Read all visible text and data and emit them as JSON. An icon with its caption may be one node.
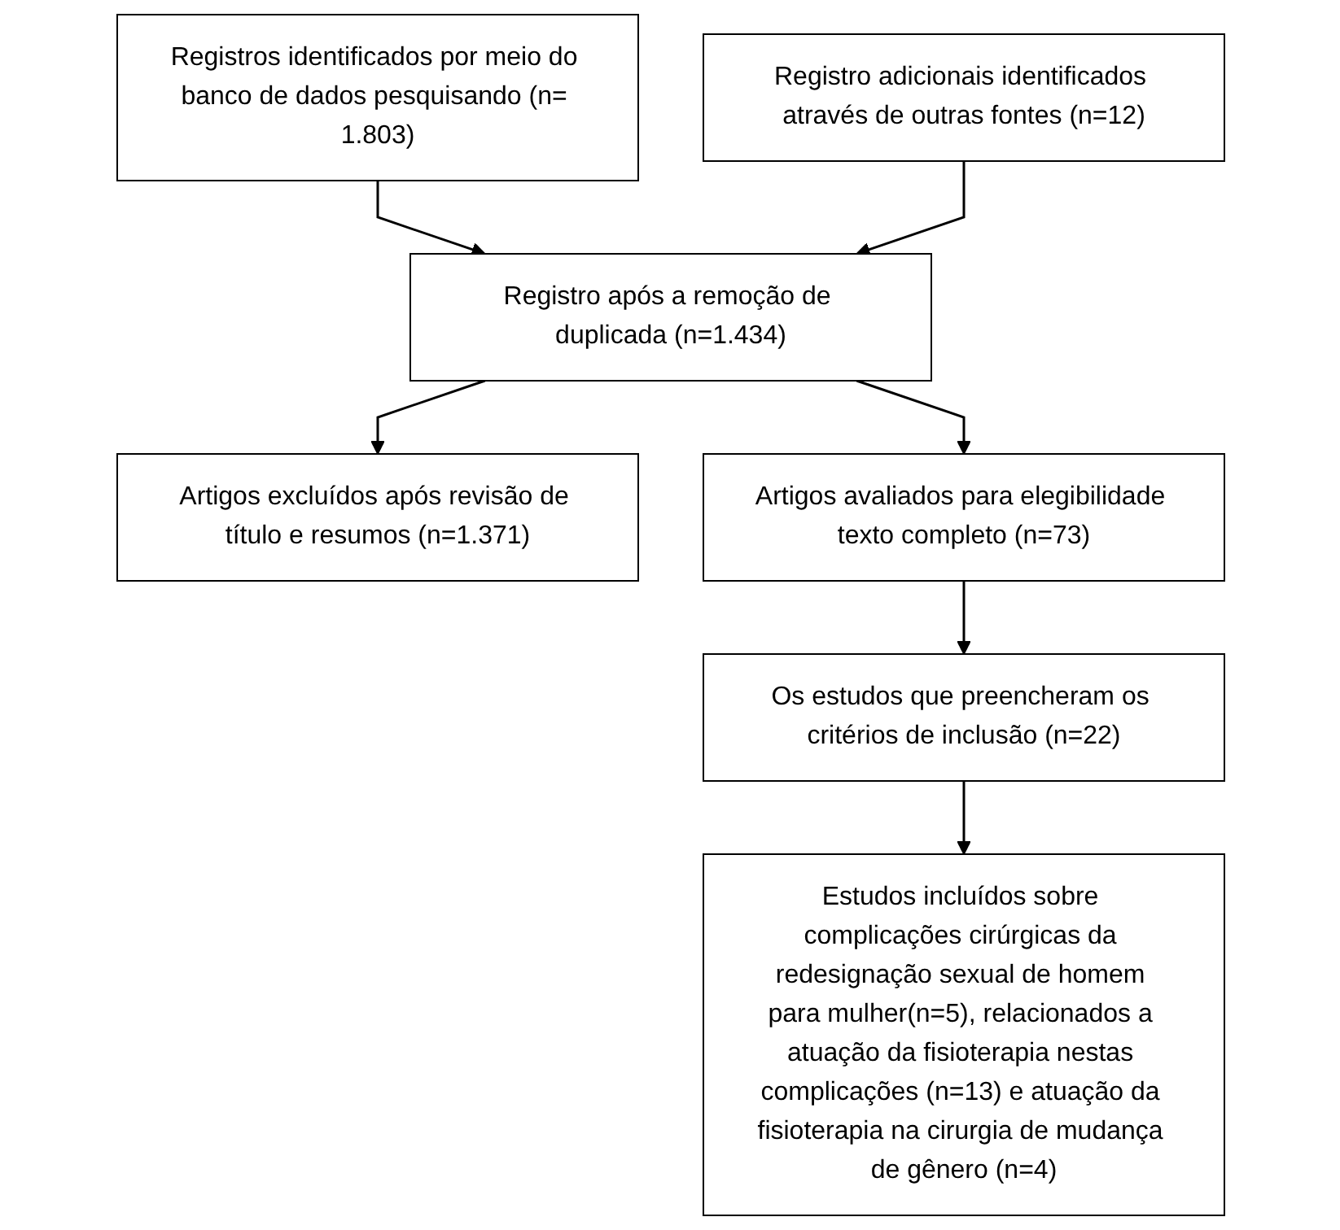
{
  "diagram": {
    "nodes": [
      {
        "text": [
          "Registros identificados por meio do banco de dados pesquisando (n= 1.803)"
        ]
      },
      {
        "text": [
          "Registro adicionais identificados através de outras fontes (n=12)"
        ]
      },
      {
        "text": [
          "Registro após a remoção de duplicada (n=1.434)"
        ]
      },
      {
        "text": [
          "Artigos excluídos após revisão de título e resumos (n=1.371)"
        ]
      },
      {
        "text": [
          "Artigos avaliados para elegibilidade texto completo (n=73)"
        ]
      },
      {
        "text": [
          "Os estudos que preencheram os critérios de inclusão (n=22)"
        ]
      },
      {
        "text": [
          "Estudos incluídos sobre complicações cirúrgicas da redesignação sexual de homem para mulher(n=5), relacionados a atuação da fisioterapia nestas complicações (n=13) e atuação da fisioterapia na cirurgia de mudança de gênero (n=4)"
        ]
      }
    ],
    "edges": [
      {
        "from": 0,
        "to": 2,
        "arrow": "to"
      },
      {
        "from": 1,
        "to": 2,
        "arrow": "to"
      },
      {
        "from": 2,
        "to": 3,
        "arrow": "to"
      },
      {
        "from": 2,
        "to": 4,
        "arrow": "to"
      },
      {
        "from": 4,
        "to": 5,
        "arrow": "to"
      },
      {
        "from": 5,
        "to": 6,
        "arrow": "to"
      }
    ]
  }
}
